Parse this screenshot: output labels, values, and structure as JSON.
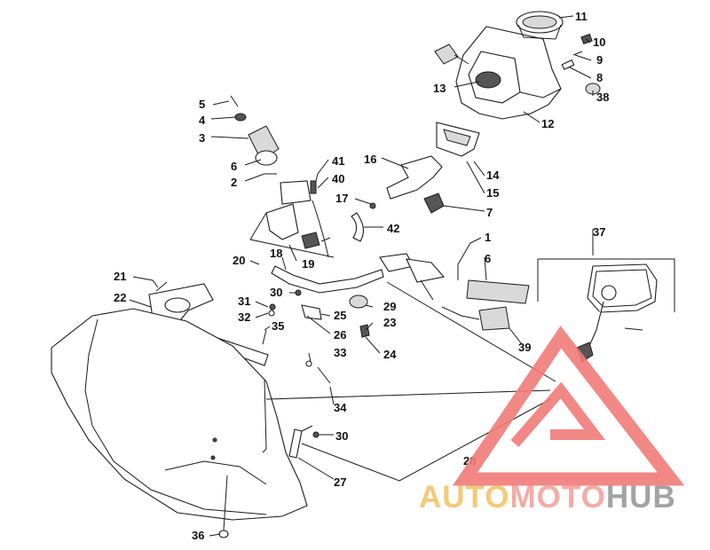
{
  "callouts": [
    {
      "id": "p11",
      "text": "11"
    },
    {
      "id": "p10",
      "text": "10"
    },
    {
      "id": "p9",
      "text": "9"
    },
    {
      "id": "p8",
      "text": "8"
    },
    {
      "id": "p38",
      "text": "38"
    },
    {
      "id": "p13",
      "text": "13"
    },
    {
      "id": "p12",
      "text": "12"
    },
    {
      "id": "p5",
      "text": "5"
    },
    {
      "id": "p4",
      "text": "4"
    },
    {
      "id": "p3",
      "text": "3"
    },
    {
      "id": "p6a",
      "text": "6"
    },
    {
      "id": "p2",
      "text": "2"
    },
    {
      "id": "p41",
      "text": "41"
    },
    {
      "id": "p40",
      "text": "40"
    },
    {
      "id": "p16",
      "text": "16"
    },
    {
      "id": "p14",
      "text": "14"
    },
    {
      "id": "p15",
      "text": "15"
    },
    {
      "id": "p17",
      "text": "17"
    },
    {
      "id": "p7",
      "text": "7"
    },
    {
      "id": "p42",
      "text": "42"
    },
    {
      "id": "p1",
      "text": "1"
    },
    {
      "id": "p37",
      "text": "37"
    },
    {
      "id": "p6b",
      "text": "6"
    },
    {
      "id": "p20",
      "text": "20"
    },
    {
      "id": "p19",
      "text": "19"
    },
    {
      "id": "p18",
      "text": "18"
    },
    {
      "id": "p21",
      "text": "21"
    },
    {
      "id": "p22",
      "text": "22"
    },
    {
      "id": "p31",
      "text": "31"
    },
    {
      "id": "p30a",
      "text": "30"
    },
    {
      "id": "p32",
      "text": "32"
    },
    {
      "id": "p25",
      "text": "25"
    },
    {
      "id": "p29",
      "text": "29"
    },
    {
      "id": "p23",
      "text": "23"
    },
    {
      "id": "p35",
      "text": "35"
    },
    {
      "id": "p26",
      "text": "26"
    },
    {
      "id": "p33",
      "text": "33"
    },
    {
      "id": "p24",
      "text": "24"
    },
    {
      "id": "p39",
      "text": "39"
    },
    {
      "id": "p34",
      "text": "34"
    },
    {
      "id": "p30b",
      "text": "30"
    },
    {
      "id": "p28",
      "text": "28"
    },
    {
      "id": "p27",
      "text": "27"
    },
    {
      "id": "p36",
      "text": "36"
    }
  ],
  "watermark": {
    "part1": "AUTO",
    "part2": "MOTO",
    "part3": "HUB",
    "color_auto": "#f3c46a",
    "color_moto": "#f4a39c",
    "color_hub": "#9a9a9a",
    "color_triangle": "#f07c78"
  }
}
